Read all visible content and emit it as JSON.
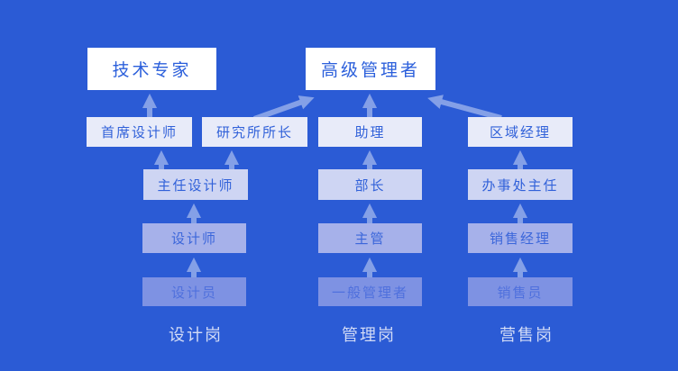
{
  "diagram_title": "career-promotion-path-diagram",
  "nodes": {
    "tech_expert": "技术专家",
    "senior_manager": "高级管理者",
    "chief_designer": "首席设计师",
    "institute_director": "研究所所长",
    "assistant": "助理",
    "regional_manager": "区域经理",
    "director_designer": "主任设计师",
    "department_head": "部长",
    "office_director": "办事处主任",
    "designer": "设计师",
    "supervisor": "主管",
    "sales_manager": "销售经理",
    "draftsman": "设计员",
    "general_manager": "一般管理者",
    "salesperson": "销售员"
  },
  "post_labels": {
    "design": "设计岗",
    "management": "管理岗",
    "sales": "营售岗"
  },
  "edges": [
    {
      "from": "draftsman",
      "to": "designer"
    },
    {
      "from": "designer",
      "to": "director_designer"
    },
    {
      "from": "director_designer",
      "to": "chief_designer"
    },
    {
      "from": "director_designer",
      "to": "institute_director"
    },
    {
      "from": "chief_designer",
      "to": "tech_expert"
    },
    {
      "from": "institute_director",
      "to": "senior_manager"
    },
    {
      "from": "general_manager",
      "to": "supervisor"
    },
    {
      "from": "supervisor",
      "to": "department_head"
    },
    {
      "from": "department_head",
      "to": "assistant"
    },
    {
      "from": "assistant",
      "to": "senior_manager"
    },
    {
      "from": "salesperson",
      "to": "sales_manager"
    },
    {
      "from": "sales_manager",
      "to": "office_director"
    },
    {
      "from": "office_director",
      "to": "regional_manager"
    },
    {
      "from": "regional_manager",
      "to": "senior_manager"
    }
  ],
  "colors": {
    "background": "#2b5bd5",
    "arrow": "#84a0e7",
    "node_fill_level1": "#ffffff",
    "node_fill_level2": "#e8ebf9",
    "node_fill_level3": "#ced5f3",
    "node_fill_level4": "#a6b1ea",
    "node_fill_level5": "#7e92e3",
    "node_text": "#2f62d9",
    "post_label_text": "#d2dbf6"
  }
}
